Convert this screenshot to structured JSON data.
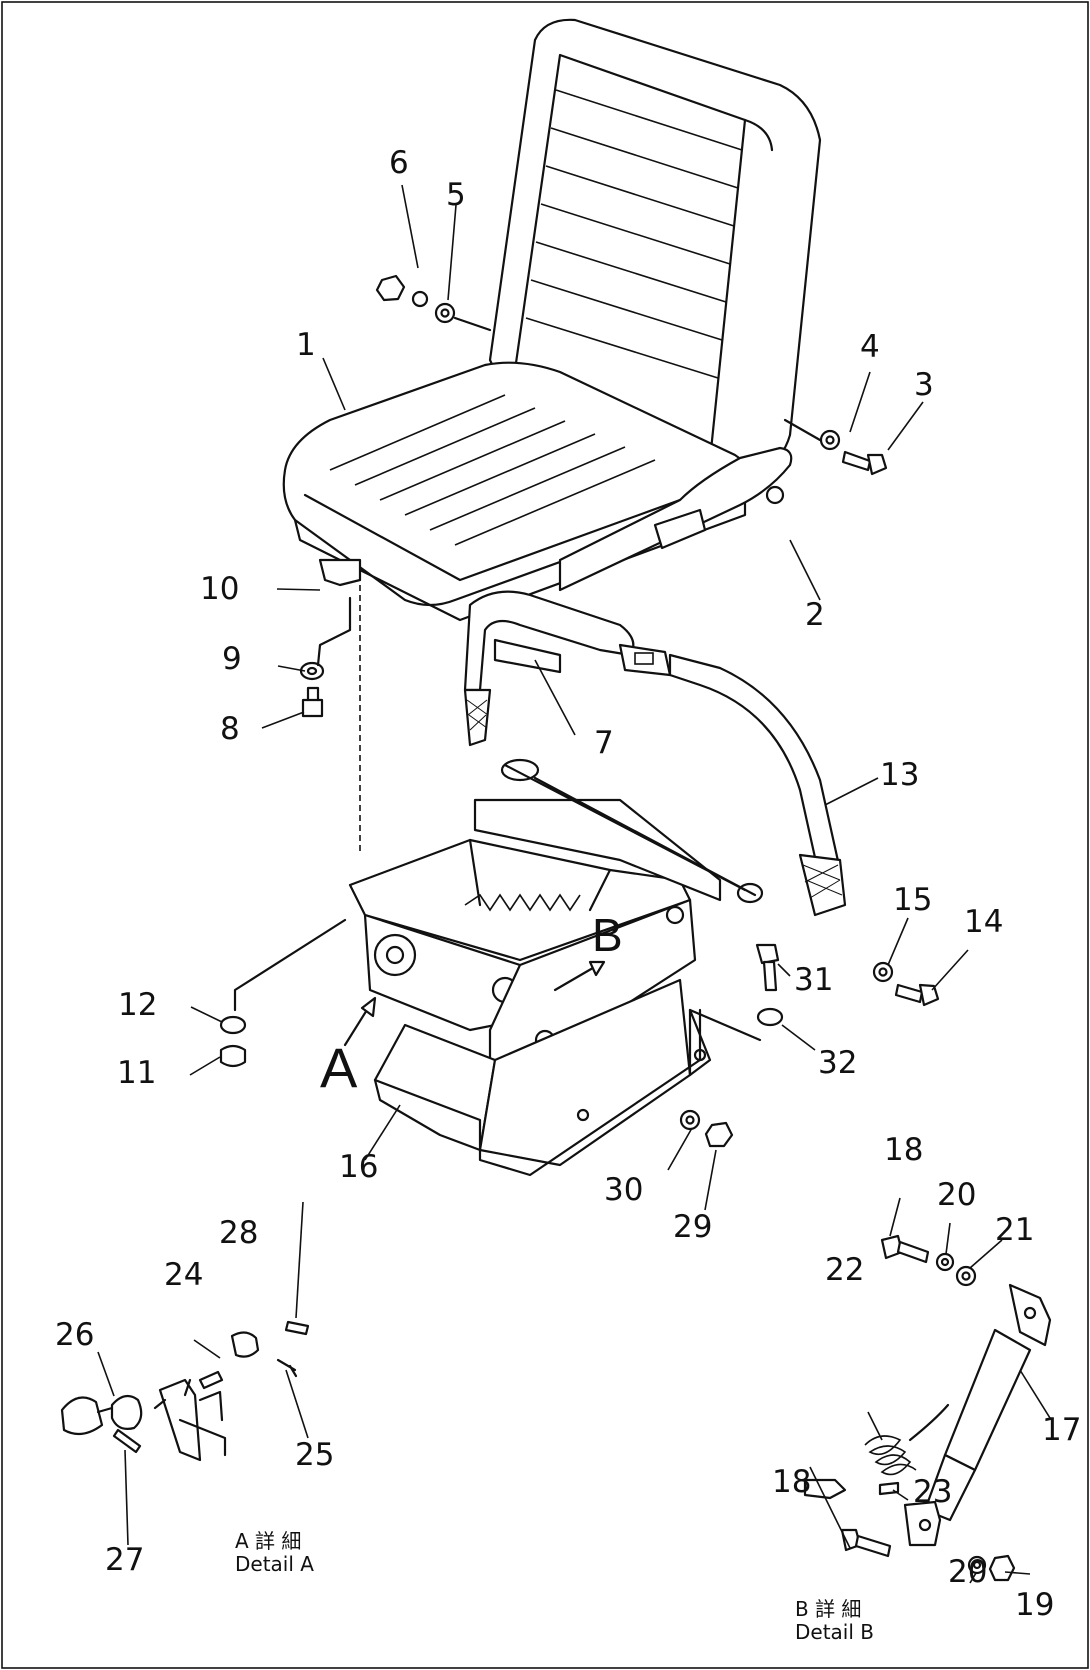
{
  "diagram": {
    "part_numbers": [
      "1",
      "2",
      "3",
      "4",
      "5",
      "6",
      "7",
      "8",
      "9",
      "10",
      "11",
      "12",
      "13",
      "14",
      "15",
      "16",
      "17",
      "18",
      "18",
      "19",
      "20",
      "20",
      "21",
      "22",
      "23",
      "24",
      "25",
      "26",
      "27",
      "28",
      "29",
      "30",
      "31",
      "32"
    ],
    "view_markers": {
      "a": "A",
      "b": "B"
    },
    "detail_a": {
      "jp": "A 詳 細",
      "en": "Detail A"
    },
    "detail_b": {
      "jp": "B 詳 細",
      "en": "Detail B"
    }
  }
}
